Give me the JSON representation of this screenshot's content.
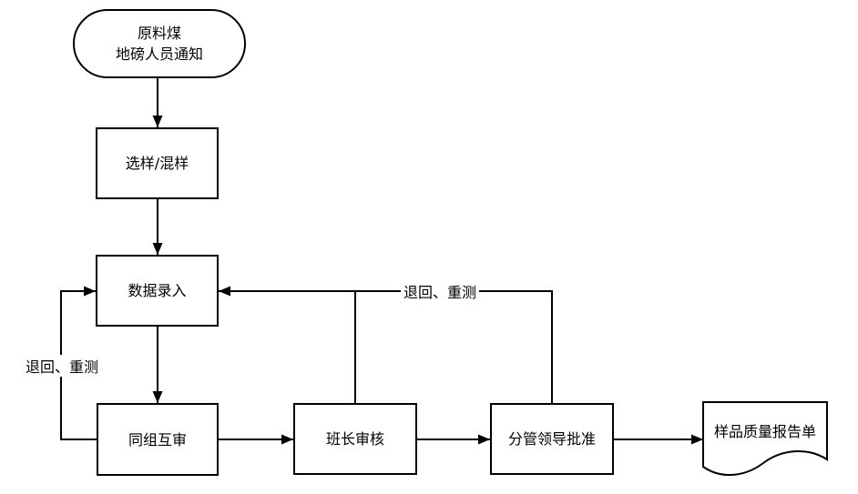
{
  "nodes": {
    "start": {
      "line1": "原料煤",
      "line2": "地磅人员通知"
    },
    "sampling": {
      "label": "选样/混样"
    },
    "data_entry": {
      "label": "数据录入"
    },
    "peer_review": {
      "label": "同组互审"
    },
    "shift_leader_review": {
      "label": "班长审核"
    },
    "leader_approval": {
      "label": "分管领导批准"
    },
    "report": {
      "label": "样品质量报告单"
    }
  },
  "edges": {
    "left_feedback_label": "退回、重测",
    "top_feedback_label": "退回、重测"
  },
  "colors": {
    "line": "#000000",
    "node_fill": "#ffffff",
    "background": "#ffffff",
    "text": "#000000"
  }
}
